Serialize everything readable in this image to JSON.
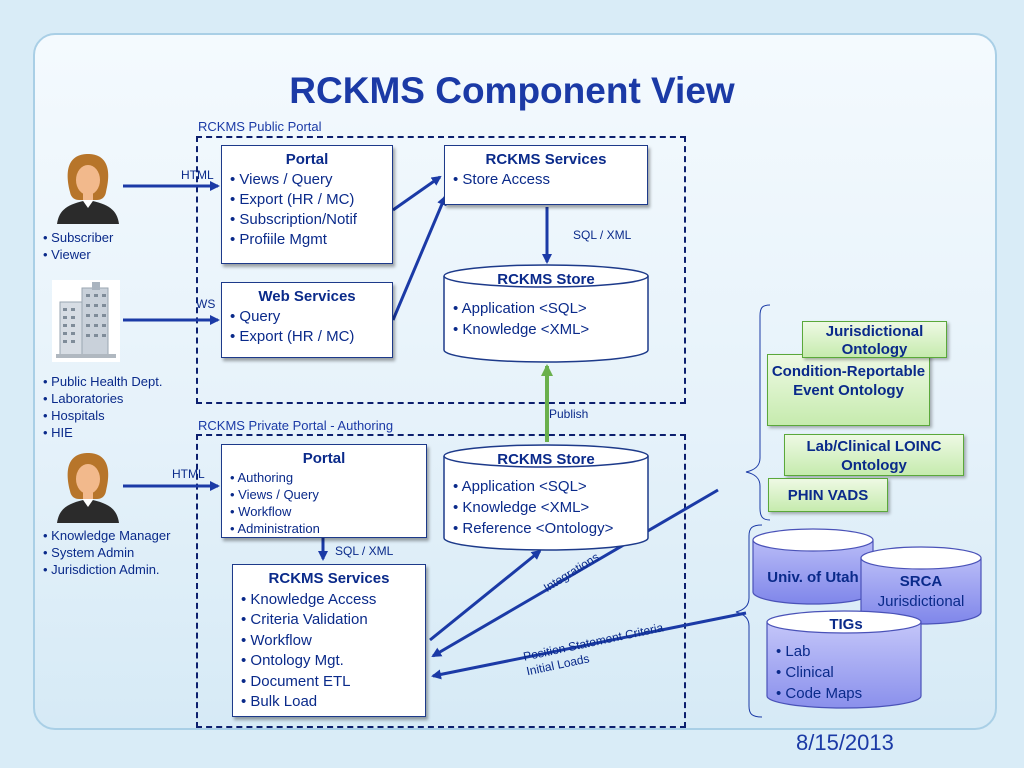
{
  "title": "RCKMS Component View",
  "date": "8/15/2013",
  "public_portal": {
    "label": "RCKMS Public Portal",
    "portal": {
      "heading": "Portal",
      "items": [
        "• Views / Query",
        "• Export (HR / MC)",
        "• Subscription/Notif",
        "•  Profiile Mgmt"
      ]
    },
    "web_services": {
      "heading": "Web Services",
      "items": [
        "• Query",
        "• Export (HR / MC)"
      ]
    },
    "services": {
      "heading": "RCKMS Services",
      "items": [
        "• Store Access"
      ]
    },
    "store": {
      "heading": "RCKMS Store",
      "items": [
        "• Application <SQL>",
        "• Knowledge <XML>"
      ]
    },
    "sql_xml": "SQL / XML"
  },
  "private_portal": {
    "label": "RCKMS Private Portal - Authoring",
    "portal": {
      "heading": "Portal",
      "items": [
        "•  Authoring",
        "•  Views / Query",
        "•  Workflow",
        "•   Administration"
      ]
    },
    "store": {
      "heading": "RCKMS Store",
      "items": [
        "• Application <SQL>",
        "• Knowledge <XML>",
        "• Reference <Ontology>"
      ]
    },
    "services": {
      "heading": "RCKMS Services",
      "items": [
        "• Knowledge Access",
        "• Criteria Validation",
        "• Workflow",
        "• Ontology Mgt.",
        "• Document ETL",
        "• Bulk Load"
      ]
    },
    "sql_xml": "SQL / XML"
  },
  "actors": {
    "subscriber": [
      "• Subscriber",
      "• Viewer"
    ],
    "public_health": [
      "• Public Health Dept.",
      "• Laboratories",
      "• Hospitals",
      "• HIE"
    ],
    "knowledge_manager": [
      "• Knowledge Manager",
      "• System Admin",
      "• Jurisdiction Admin."
    ]
  },
  "connectors": {
    "html_top": "HTML",
    "ws": "WS",
    "html_bottom": "HTML",
    "publish": "Publish",
    "integrations": "Integrations",
    "position_statement_line1": "Position Statement  Criteria",
    "position_statement_line2": "Initial Loads"
  },
  "ontologies": {
    "jurisdictional": "Jurisdictional Ontology",
    "condition": "Condition-Reportable Event Ontology",
    "lab_clinical": "Lab/Clinical LOINC Ontology",
    "phin": "PHIN VADS"
  },
  "external_stores": {
    "univ_utah": "Univ. of Utah",
    "srca_title": "SRCA",
    "srca_sub": "Jurisdictional",
    "tigs": {
      "heading": "TIGs",
      "items": [
        "• Lab",
        "• Clinical",
        "• Code Maps"
      ]
    }
  },
  "colors": {
    "title": "#1b3aa6",
    "arrow": "#1b3aa6",
    "publish_arrow": "#6ab04c",
    "cylinder_purple": "#8f95ef",
    "green_box": "#c6ebae"
  }
}
